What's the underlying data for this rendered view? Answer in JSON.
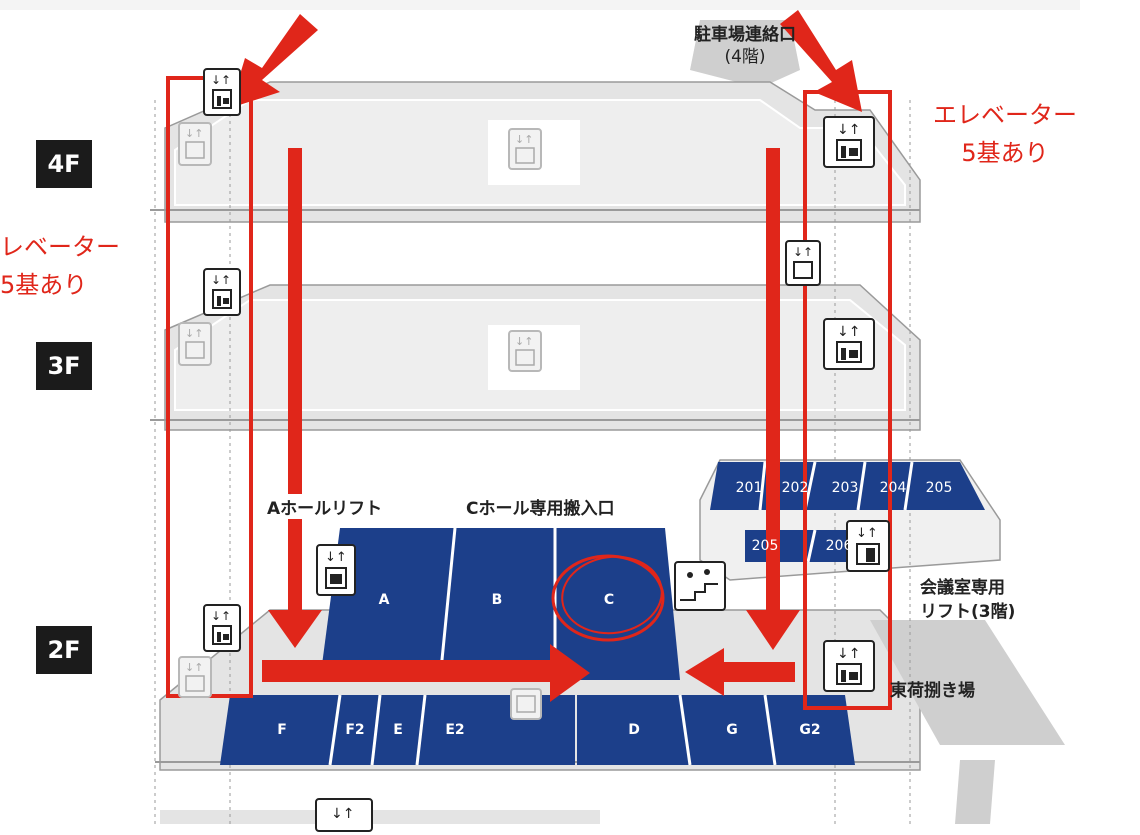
{
  "floors": [
    {
      "label": "4F"
    },
    {
      "label": "3F"
    },
    {
      "label": "2F"
    }
  ],
  "annotations": {
    "elevator_note_right": [
      "エレベーター",
      "5基あり"
    ],
    "elevator_note_left": [
      "レベーター",
      "5基あり"
    ]
  },
  "labels": {
    "parking": [
      "駐車場連絡口",
      "(4階)"
    ],
    "a_hall_lift": "Aホールリフト",
    "c_hall_entrance": "Cホール専用搬入口",
    "meeting_lift": [
      "会議室専用",
      "リフト(3階)"
    ],
    "east_loading": "東荷捌き場"
  },
  "rooms_2f_main": [
    "A",
    "B",
    "C"
  ],
  "rooms_2f_front": [
    "F",
    "F2",
    "E",
    "E2",
    "D",
    "G",
    "G2"
  ],
  "rooms_meeting": [
    "201",
    "202",
    "203",
    "204",
    "205",
    "205",
    "206"
  ],
  "colors": {
    "hall_blue": "#1c3f8a",
    "floor_gray": "#e6e6e6",
    "highlight_red": "#e0261a",
    "badge_black": "#1b1b1b"
  },
  "icons": [
    "elevator-icon",
    "freight-elevator-icon",
    "escalator-icon",
    "stairs-icon"
  ]
}
